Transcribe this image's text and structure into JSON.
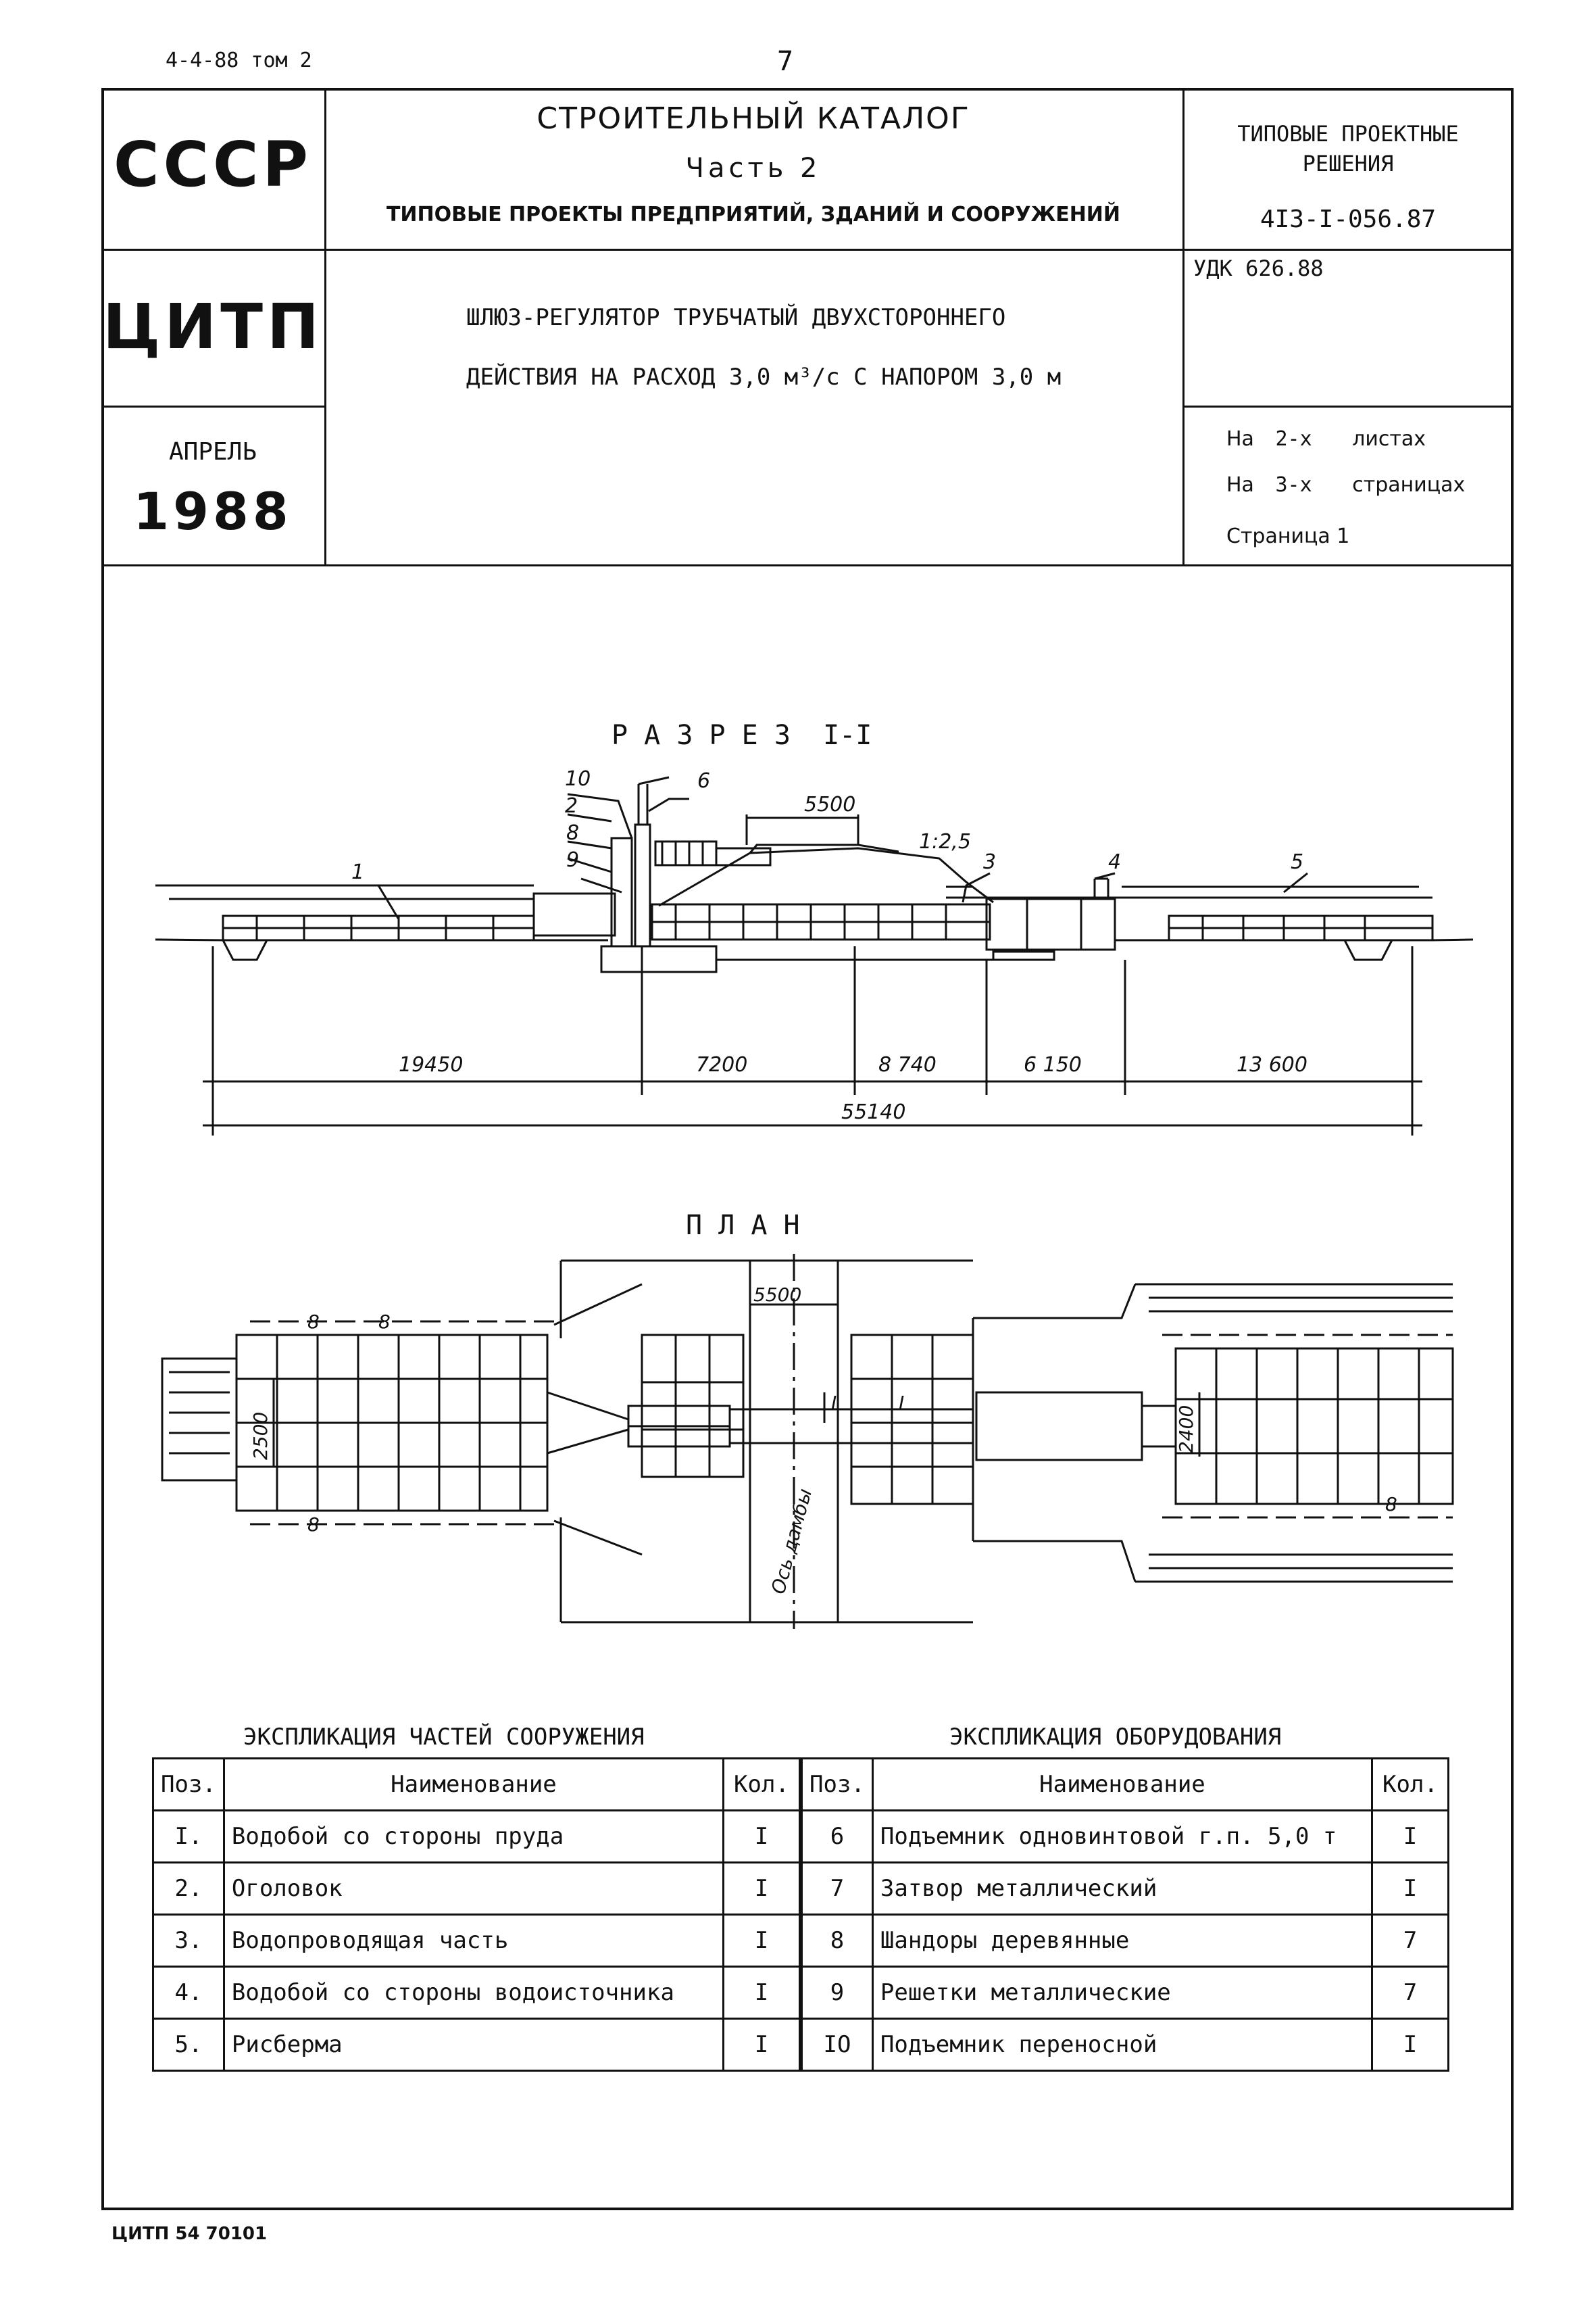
{
  "top_left_code": "4-4-88 том 2",
  "page_number": "7",
  "header": {
    "country": "СССР",
    "catalog_title": "СТРОИТЕЛЬНЫЙ КАТАЛОГ",
    "part": "Часть 2",
    "subtitle": "ТИПОВЫЕ ПРОЕКТЫ ПРЕДПРИЯТИЙ, ЗДАНИЙ И СООРУЖЕНИЙ",
    "series_label_1": "ТИПОВЫЕ ПРОЕКТНЫЕ",
    "series_label_2": "РЕШЕНИЯ",
    "series_code": "4I3-I-056.87",
    "org": "ЦИТП",
    "udk": "УДК 626.88",
    "project_title_1": "ШЛЮЗ-РЕГУЛЯТОР ТРУБЧАТЫЙ ДВУХСТОРОННЕГО",
    "project_title_2": "ДЕЙСТВИЯ НА РАСХОД 3,0 м³/с С НАПОРОМ 3,0 м",
    "month": "АПРЕЛЬ",
    "year": "1988",
    "sheets_prefix": "На",
    "sheets_count": "2-х",
    "sheets_word": "листах",
    "pages_prefix": "На",
    "pages_count": "3-х",
    "pages_word": "страницах",
    "page_label": "Страница 1"
  },
  "section": {
    "title": "Р А З Р Е З  I-I",
    "callouts": [
      "10",
      "6",
      "2",
      "8",
      "9",
      "1",
      "3",
      "4",
      "5"
    ],
    "slope": "1:2,5",
    "top_dim": "5500",
    "dims": [
      "19450",
      "7200",
      "8 740",
      "6 150",
      "13 600"
    ],
    "total_dim": "55140"
  },
  "plan": {
    "title": "П Л А Н",
    "dim_top": "5500",
    "dim_left": "2500",
    "dim_right": "2400",
    "axis_label": "Ось дамбы",
    "section_mark": "I",
    "symbol": "8"
  },
  "expl_parts": {
    "title": "ЭКСПЛИКАЦИЯ ЧАСТЕЙ СООРУЖЕНИЯ",
    "headers": [
      "Поз.",
      "Наименование",
      "Кол."
    ],
    "rows": [
      [
        "I.",
        "Водобой со стороны пруда",
        "I"
      ],
      [
        "2.",
        "Оголовок",
        "I"
      ],
      [
        "3.",
        "Водопроводящая часть",
        "I"
      ],
      [
        "4.",
        "Водобой со стороны водоисточника",
        "I"
      ],
      [
        "5.",
        "Рисберма",
        "I"
      ]
    ]
  },
  "expl_equipment": {
    "title": "ЭКСПЛИКАЦИЯ ОБОРУДОВАНИЯ",
    "headers": [
      "Поз.",
      "Наименование",
      "Кол."
    ],
    "rows": [
      [
        "6",
        "Подъемник одновинтовой г.п. 5,0 т",
        "I"
      ],
      [
        "7",
        "Затвор металлический",
        "I"
      ],
      [
        "8",
        "Шандоры деревянные",
        "7"
      ],
      [
        "9",
        "Решетки металлические",
        "7"
      ],
      [
        "IO",
        "Подъемник переносной",
        "I"
      ]
    ]
  },
  "footer": "ЦИТП 54 70101"
}
